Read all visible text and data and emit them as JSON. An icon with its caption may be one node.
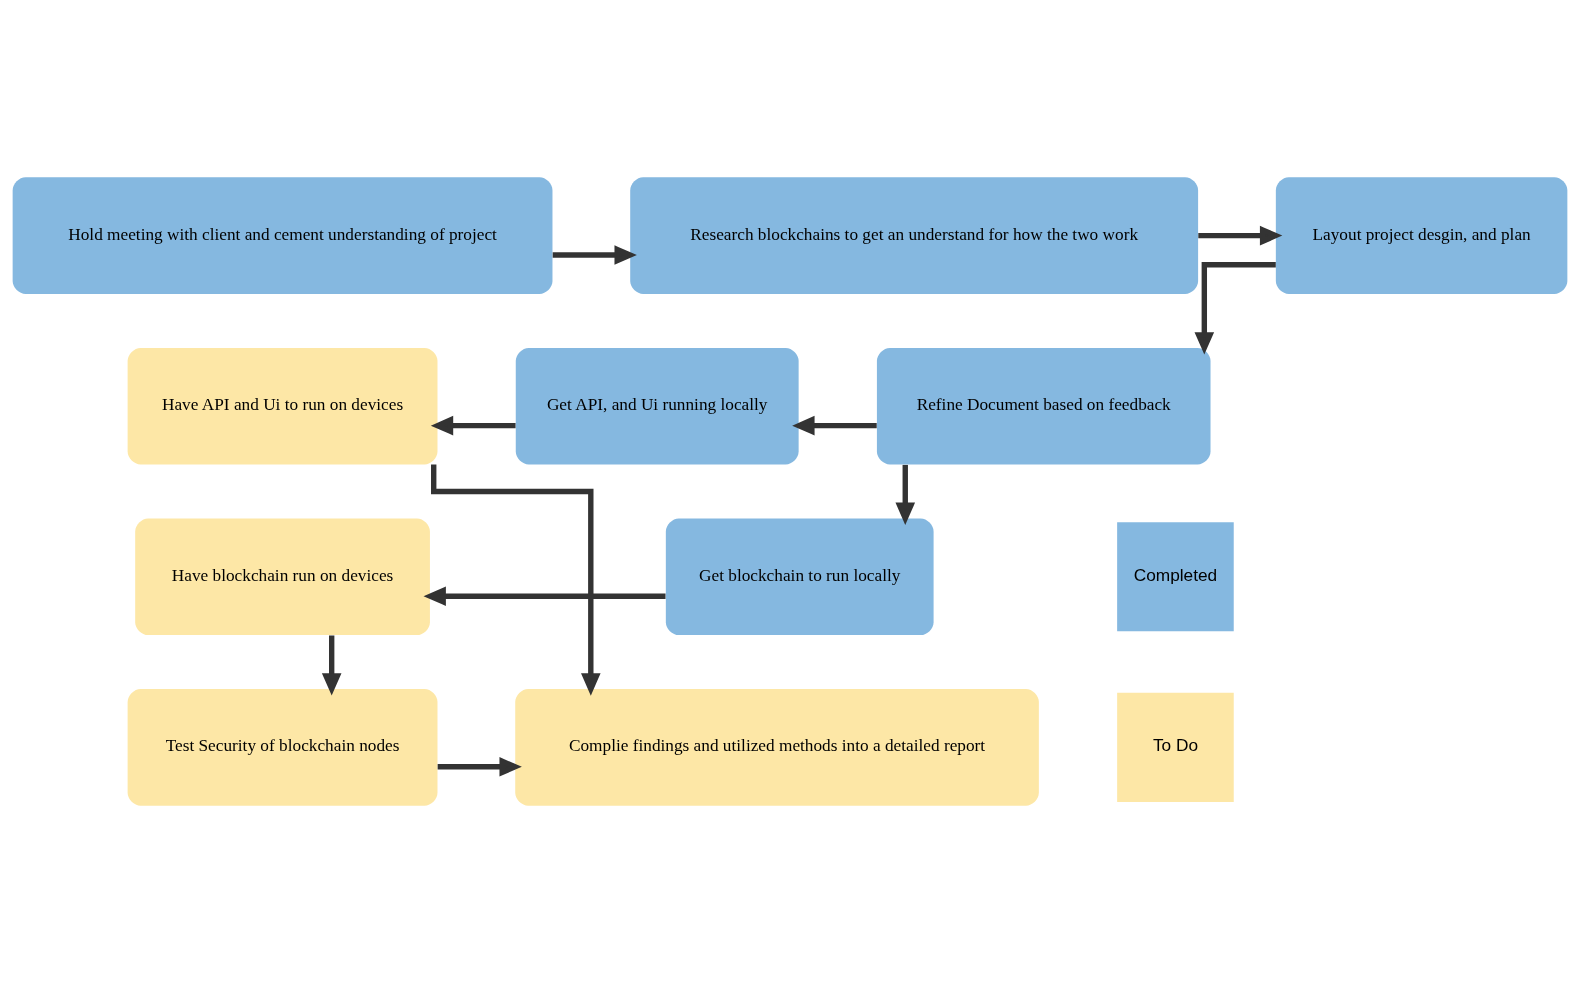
{
  "diagram": {
    "nodes": [
      {
        "text": [
          "Hold meeting with client and cement understanding of project"
        ]
      },
      {
        "text": [
          "Research blockchains to get an understand for how the two work"
        ]
      },
      {
        "text": [
          "Layout project desgin, and plan"
        ]
      },
      {
        "text": [
          "Have API and Ui to run on devices"
        ]
      },
      {
        "text": [
          "Get API, and Ui running locally"
        ]
      },
      {
        "text": [
          "Refine Document based on feedback"
        ]
      },
      {
        "text": [
          "Have blockchain run on devices"
        ]
      },
      {
        "text": [
          "Get blockchain to run locally"
        ]
      },
      {
        "text": [
          "Test Security of blockchain nodes"
        ]
      },
      {
        "text": [
          "Complie findings and utilized methods into a detailed report"
        ]
      }
    ],
    "edges": [
      {
        "from": 0,
        "to": 1,
        "arrow": "to"
      },
      {
        "from": 1,
        "to": 2,
        "arrow": "to"
      },
      {
        "from": 2,
        "to": 5,
        "arrow": "to"
      },
      {
        "from": 5,
        "to": 4,
        "arrow": "to"
      },
      {
        "from": 5,
        "to": 7,
        "arrow": "to"
      },
      {
        "from": 4,
        "to": 3,
        "arrow": "to"
      },
      {
        "from": 7,
        "to": 6,
        "arrow": "to"
      },
      {
        "from": 6,
        "to": 8,
        "arrow": "to"
      },
      {
        "from": 3,
        "to": 9,
        "arrow": "to"
      },
      {
        "from": 8,
        "to": 9,
        "arrow": "to"
      }
    ],
    "legend": [
      {
        "text": "Completed",
        "color": "#85b8e0"
      },
      {
        "text": "To Do",
        "color": "#fde7a6"
      }
    ]
  }
}
